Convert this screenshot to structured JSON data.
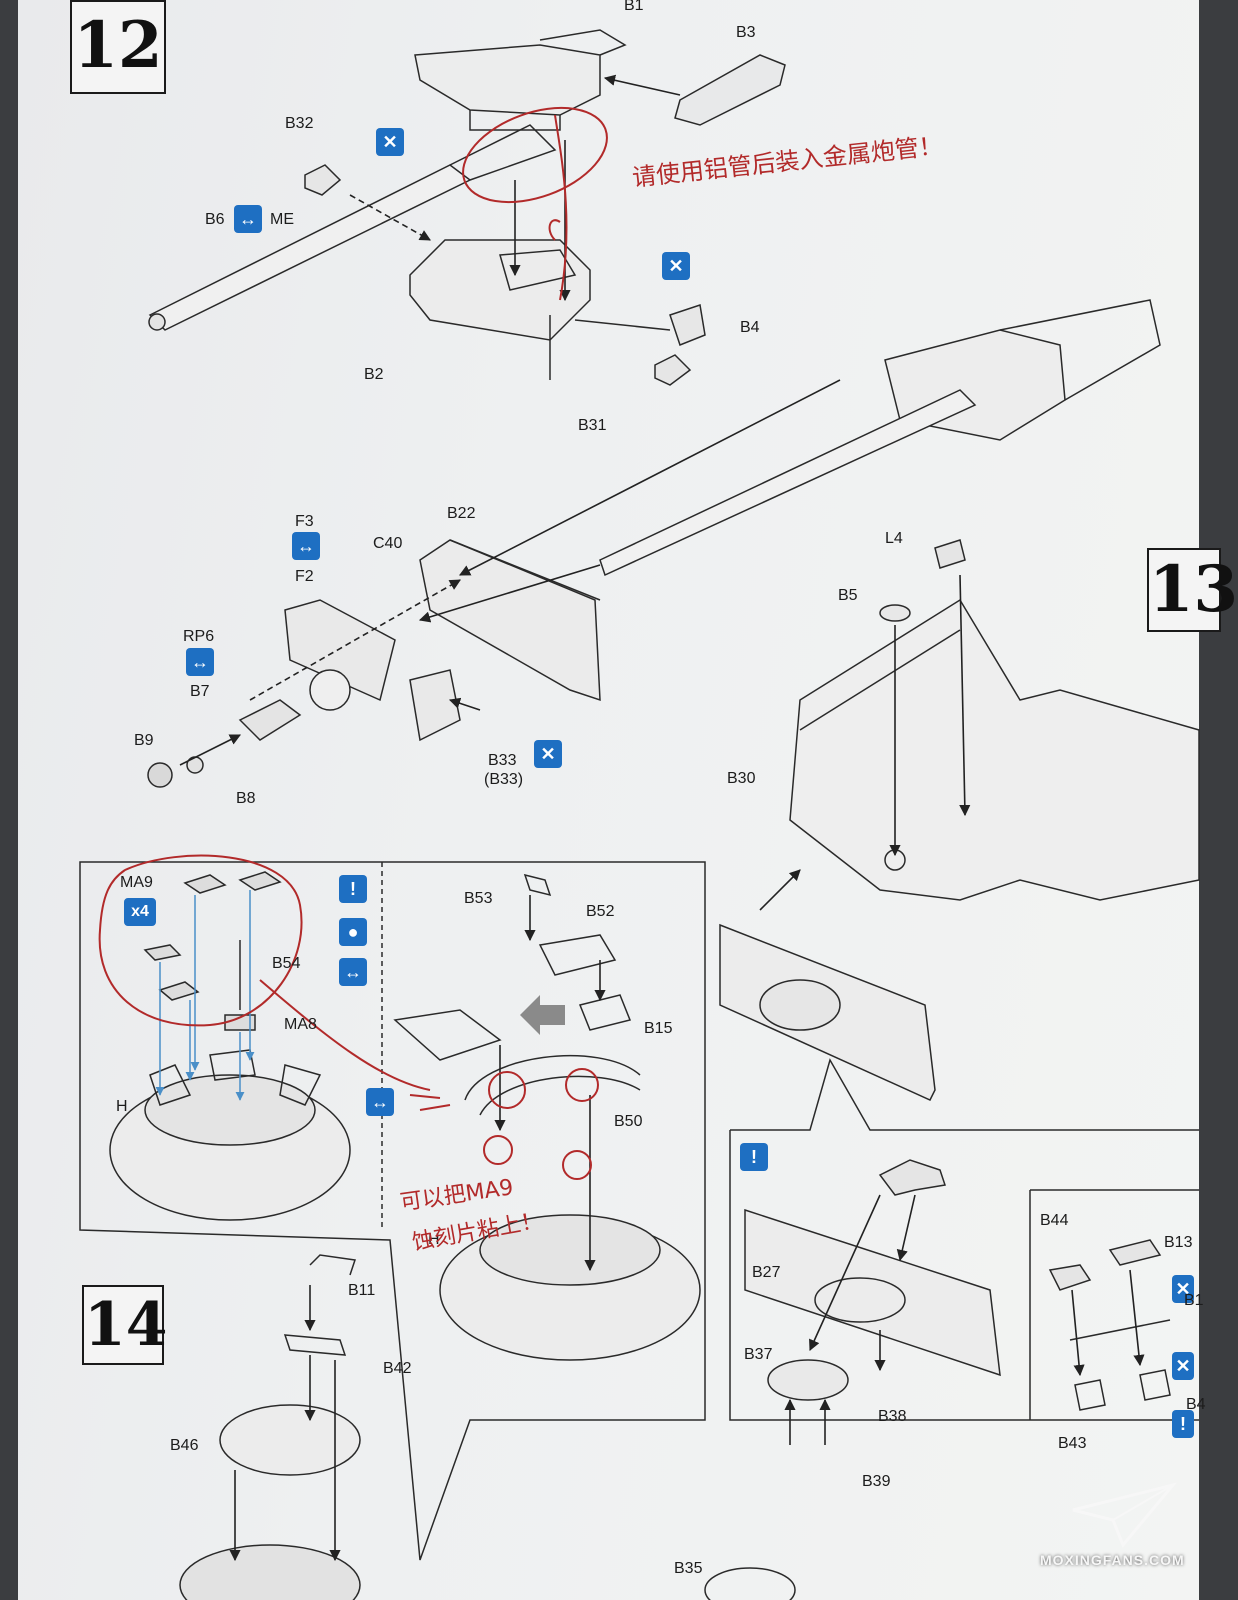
{
  "steps": {
    "s12": "12",
    "s13": "13",
    "s14": "14"
  },
  "parts": {
    "B1": "B1",
    "B3": "B3",
    "B32": "B32",
    "B6": "B6",
    "ME": "ME",
    "B2": "B2",
    "B4": "B4",
    "B31": "B31",
    "B22": "B22",
    "C40": "C40",
    "F3": "F3",
    "F2": "F2",
    "RP6": "RP6",
    "B7": "B7",
    "B9": "B9",
    "B8": "B8",
    "B33": "B33",
    "B33b": "(B33)",
    "L4": "L4",
    "B5": "B5",
    "B30": "B30",
    "MA9": "MA9",
    "x4": "x4",
    "B54": "B54",
    "MA8": "MA8",
    "H1": "H",
    "B53": "B53",
    "B52": "B52",
    "B15": "B15",
    "B50": "B50",
    "H2": "H",
    "B11": "B11",
    "B42": "B42",
    "B46": "B46",
    "B44": "B44",
    "B13": "B13",
    "B1b": "B1",
    "B4b": "B4",
    "B27": "B27",
    "B37": "B37",
    "B38": "B38",
    "B43": "B43",
    "B39": "B39",
    "B35": "B35"
  },
  "handwriting": {
    "note1": "请使用铝管后装入金属炮管！",
    "note2a": "可以把MA9",
    "note2b": "蚀刻片粘上！"
  },
  "watermark": "MOXINGFANS.COM",
  "colors": {
    "accent_blue": "#1e6fc2",
    "ink_red": "#b22a2a"
  }
}
